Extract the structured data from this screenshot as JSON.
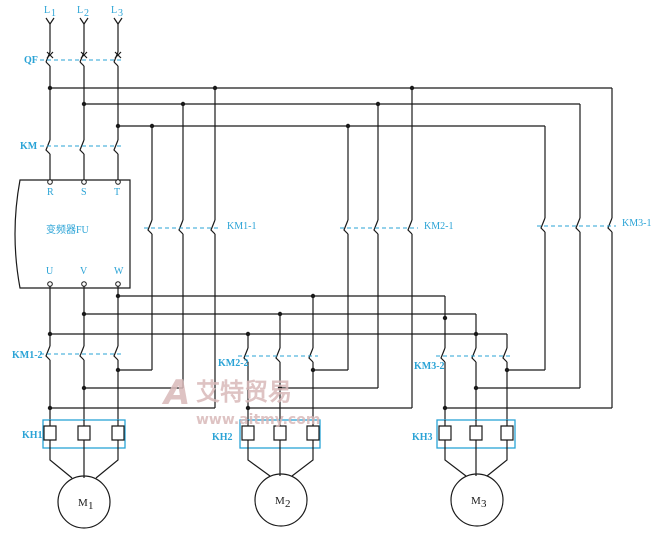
{
  "labels": {
    "l1": "L",
    "l1_sub": "1",
    "l2": "L",
    "l2_sub": "2",
    "l3": "L",
    "l3_sub": "3",
    "qf": "QF",
    "km": "KM",
    "r": "R",
    "s": "S",
    "t": "T",
    "inverter": "变频器FU",
    "u": "U",
    "v": "V",
    "w": "W",
    "km1_1": "KM1-1",
    "km2_1": "KM2-1",
    "km3_1": "KM3-1",
    "km1_2": "KM1-2",
    "km2_2": "KM2-2",
    "km3_2": "KM3-2",
    "kh1": "KH1",
    "kh2": "KH2",
    "kh3": "KH3",
    "m1": "M",
    "m1_sub": "1",
    "m2": "M",
    "m2_sub": "2",
    "m3": "M",
    "m3_sub": "3"
  },
  "watermark": {
    "logo_letter": "A",
    "brand": "艾特贸易",
    "url": "www.aitmy.com"
  },
  "colors": {
    "label": "#2aa3d6",
    "wire": "#1a1a1a",
    "watermark": "#d9b9b9"
  }
}
